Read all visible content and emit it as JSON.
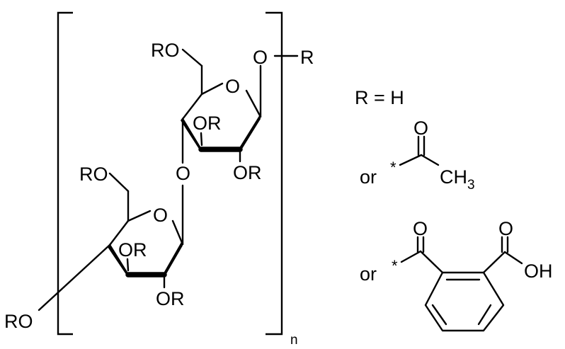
{
  "labels": {
    "top_ro": "RO",
    "top_o_right": "O",
    "top_r_end": "R",
    "top_ring_o": "O",
    "top_or_inner": "OR",
    "top_or_lower": "OR",
    "link_o": "O",
    "bot_ro": "RO",
    "bot_ring_o": "O",
    "bot_or_inner": "OR",
    "bot_or_lower": "OR",
    "bot_ro_end": "RO",
    "repeat_n": "n"
  },
  "legend": {
    "r_equals": "R = H",
    "or_1": "or",
    "star_1": "*",
    "acetyl_o": "O",
    "acetyl_ch": "CH",
    "acetyl_sub": "3",
    "or_2": "or",
    "star_2": "*",
    "phthal_o1": "O",
    "phthal_o2": "O",
    "phthal_oh": "OH"
  }
}
